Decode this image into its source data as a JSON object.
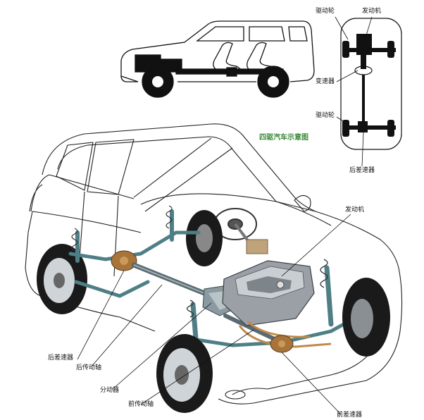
{
  "title": "四驱汽车示意图",
  "schematic_labels": {
    "drive_wheel_front": "驱动轮",
    "engine": "发动机",
    "transmission": "变速器",
    "drive_wheel_rear": "驱动轮",
    "rear_differential": "后差速器"
  },
  "main_labels": {
    "engine": "发动机",
    "rear_differential": "后差速器",
    "rear_driveshaft": "后传动轴",
    "transfer_case": "分动器",
    "front_driveshaft": "前传动轴",
    "front_differential": "前差速器"
  },
  "colors": {
    "ink": "#111111",
    "title_green": "#3a8a3a",
    "chassis_teal": "#4f7f86",
    "copper": "#c08a4a",
    "engine_grey": "#9aa0a6"
  }
}
